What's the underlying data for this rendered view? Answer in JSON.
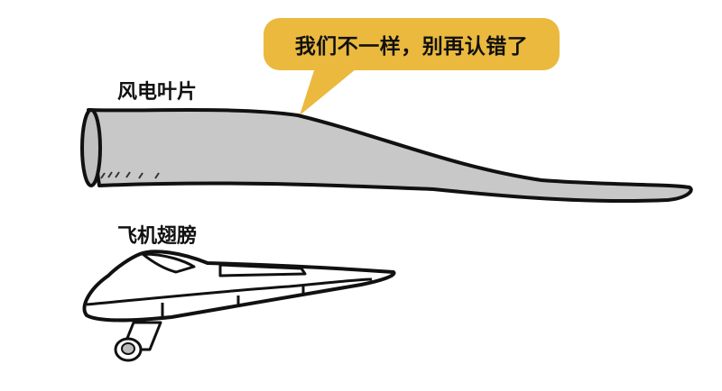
{
  "speech_bubble": {
    "text": "我们不一样，别再认错了",
    "color": "#eab93e"
  },
  "labels": {
    "blade": "风电叶片",
    "wing": "飞机翅膀"
  },
  "colors": {
    "blade_fill": "#c8c8c8",
    "outline": "#111111",
    "background": "#ffffff"
  }
}
